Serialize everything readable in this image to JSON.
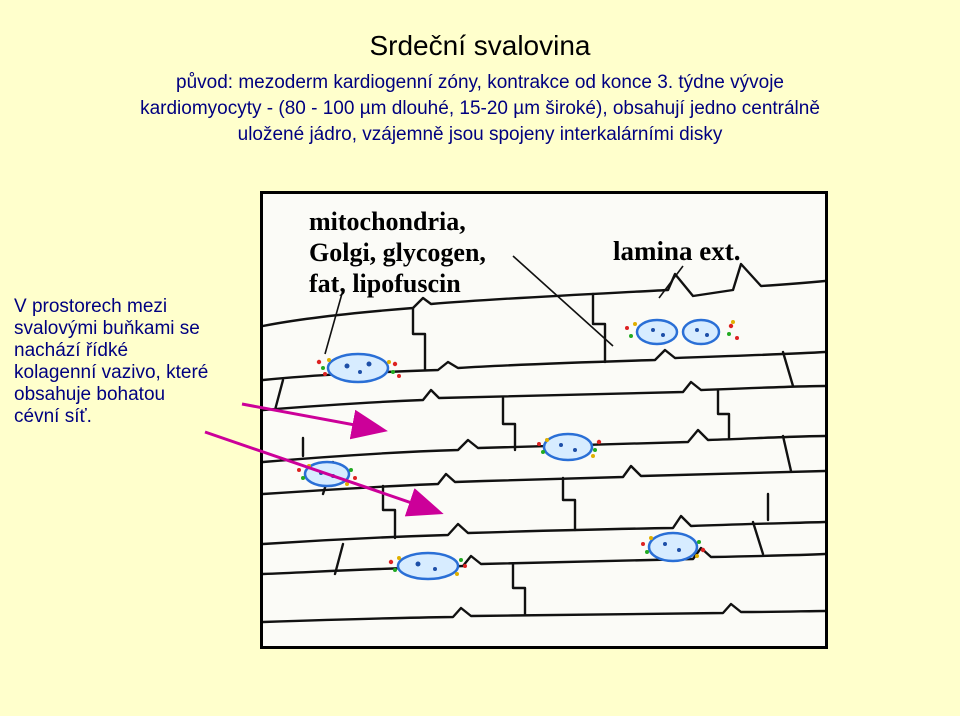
{
  "slide": {
    "title": "Srdeční svalovina",
    "subtitle_line1": "původ: mezoderm kardiogenní zóny, kontrakce od konce 3. týdne vývoje",
    "subtitle_line2": "kardiomyocyty - (80 - 100 µm dlouhé, 15-20 µm široké), obsahují jedno centrálně",
    "subtitle_line3": "uložené jádro, vzájemně jsou spojeny interkalárními disky",
    "side_line1": "V prostorech mezi",
    "side_line2": "svalovými buňkami se",
    "side_line3": "nachází řídké",
    "side_line4": "kolagenní vazivo, které",
    "side_line5": "obsahuje bohatou",
    "side_line6": "cévní síť."
  },
  "figure": {
    "label_organelles_line1": "mitochondria,",
    "label_organelles_line2": "Golgi, glycogen,",
    "label_organelles_line3": "fat, lipofuscin",
    "label_lamina": "lamina ext."
  },
  "colors": {
    "background": "#ffffcc",
    "title": "#000000",
    "text": "#000080",
    "arrow": "#cc0099",
    "nucleus": "#2a6fd6",
    "nucleus_fill": "#d7ecff"
  }
}
